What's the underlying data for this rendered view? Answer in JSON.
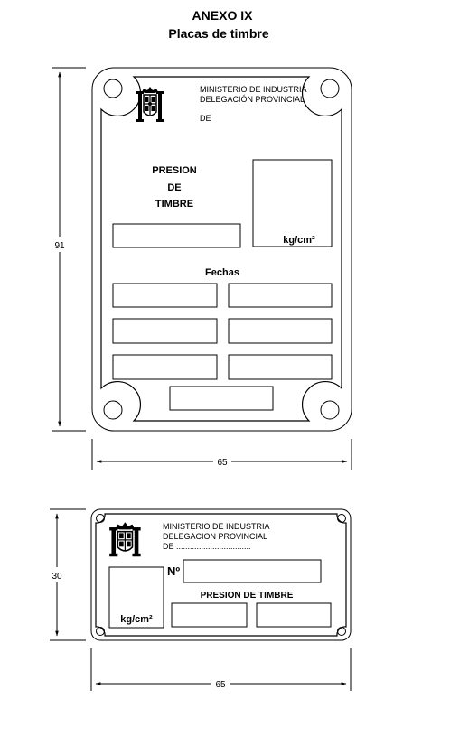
{
  "header": {
    "title": "ANEXO  IX",
    "subtitle": "Placas de timbre"
  },
  "plate_large": {
    "ministry_line1": "MINISTERIO DE INDUSTRIA",
    "ministry_line2": "DELEGACIÓN PROVINCIAL",
    "ministry_line3": "DE",
    "presion_line1": "PRESION",
    "presion_line2": "DE",
    "presion_line3": "TIMBRE",
    "unit": "kg/cm²",
    "fechas_label": "Fechas",
    "height_dimension": "91",
    "width_dimension": "65"
  },
  "plate_small": {
    "ministry_line1": "MINISTERIO DE INDUSTRIA",
    "ministry_line2": "DELEGACION PROVINCIAL",
    "ministry_line3": "DE .................................",
    "number_label": "Nº",
    "presion_label": "PRESION  DE TIMBRE",
    "unit": "kg/cm²",
    "height_dimension": "30",
    "width_dimension": "65"
  }
}
